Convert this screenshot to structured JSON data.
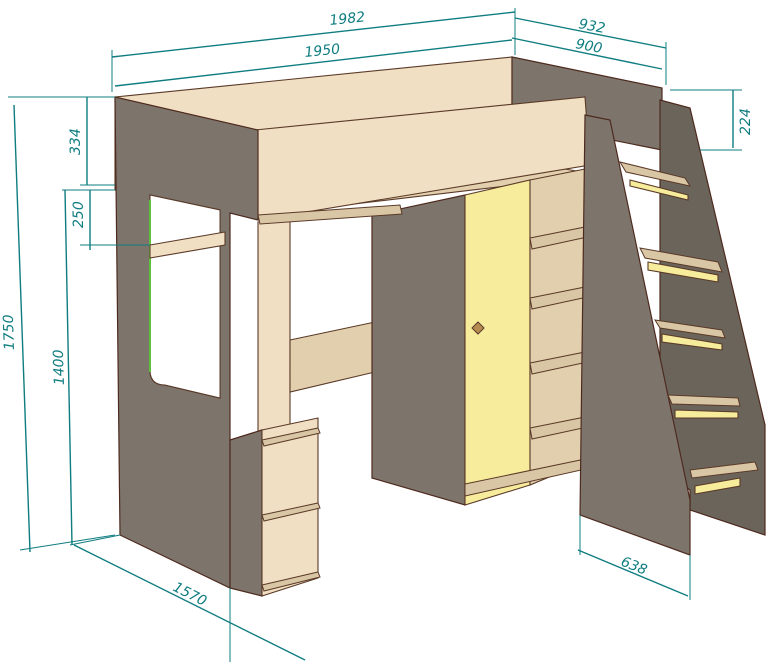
{
  "dimensions": {
    "overall_length": "1982",
    "inner_length": "1950",
    "overall_depth": "932",
    "inner_depth": "900",
    "guard_height": "334",
    "ladder_top": "224",
    "gap_height": "250",
    "total_height": "1750",
    "bed_height": "1400",
    "ladder_base": "638",
    "bottom_length": "1570"
  },
  "colors": {
    "dimension_line": "#0f7d80",
    "panel_grey": "#7d756c",
    "panel_light": "#f0dfc2",
    "door_yellow": "#f7ec9b"
  }
}
